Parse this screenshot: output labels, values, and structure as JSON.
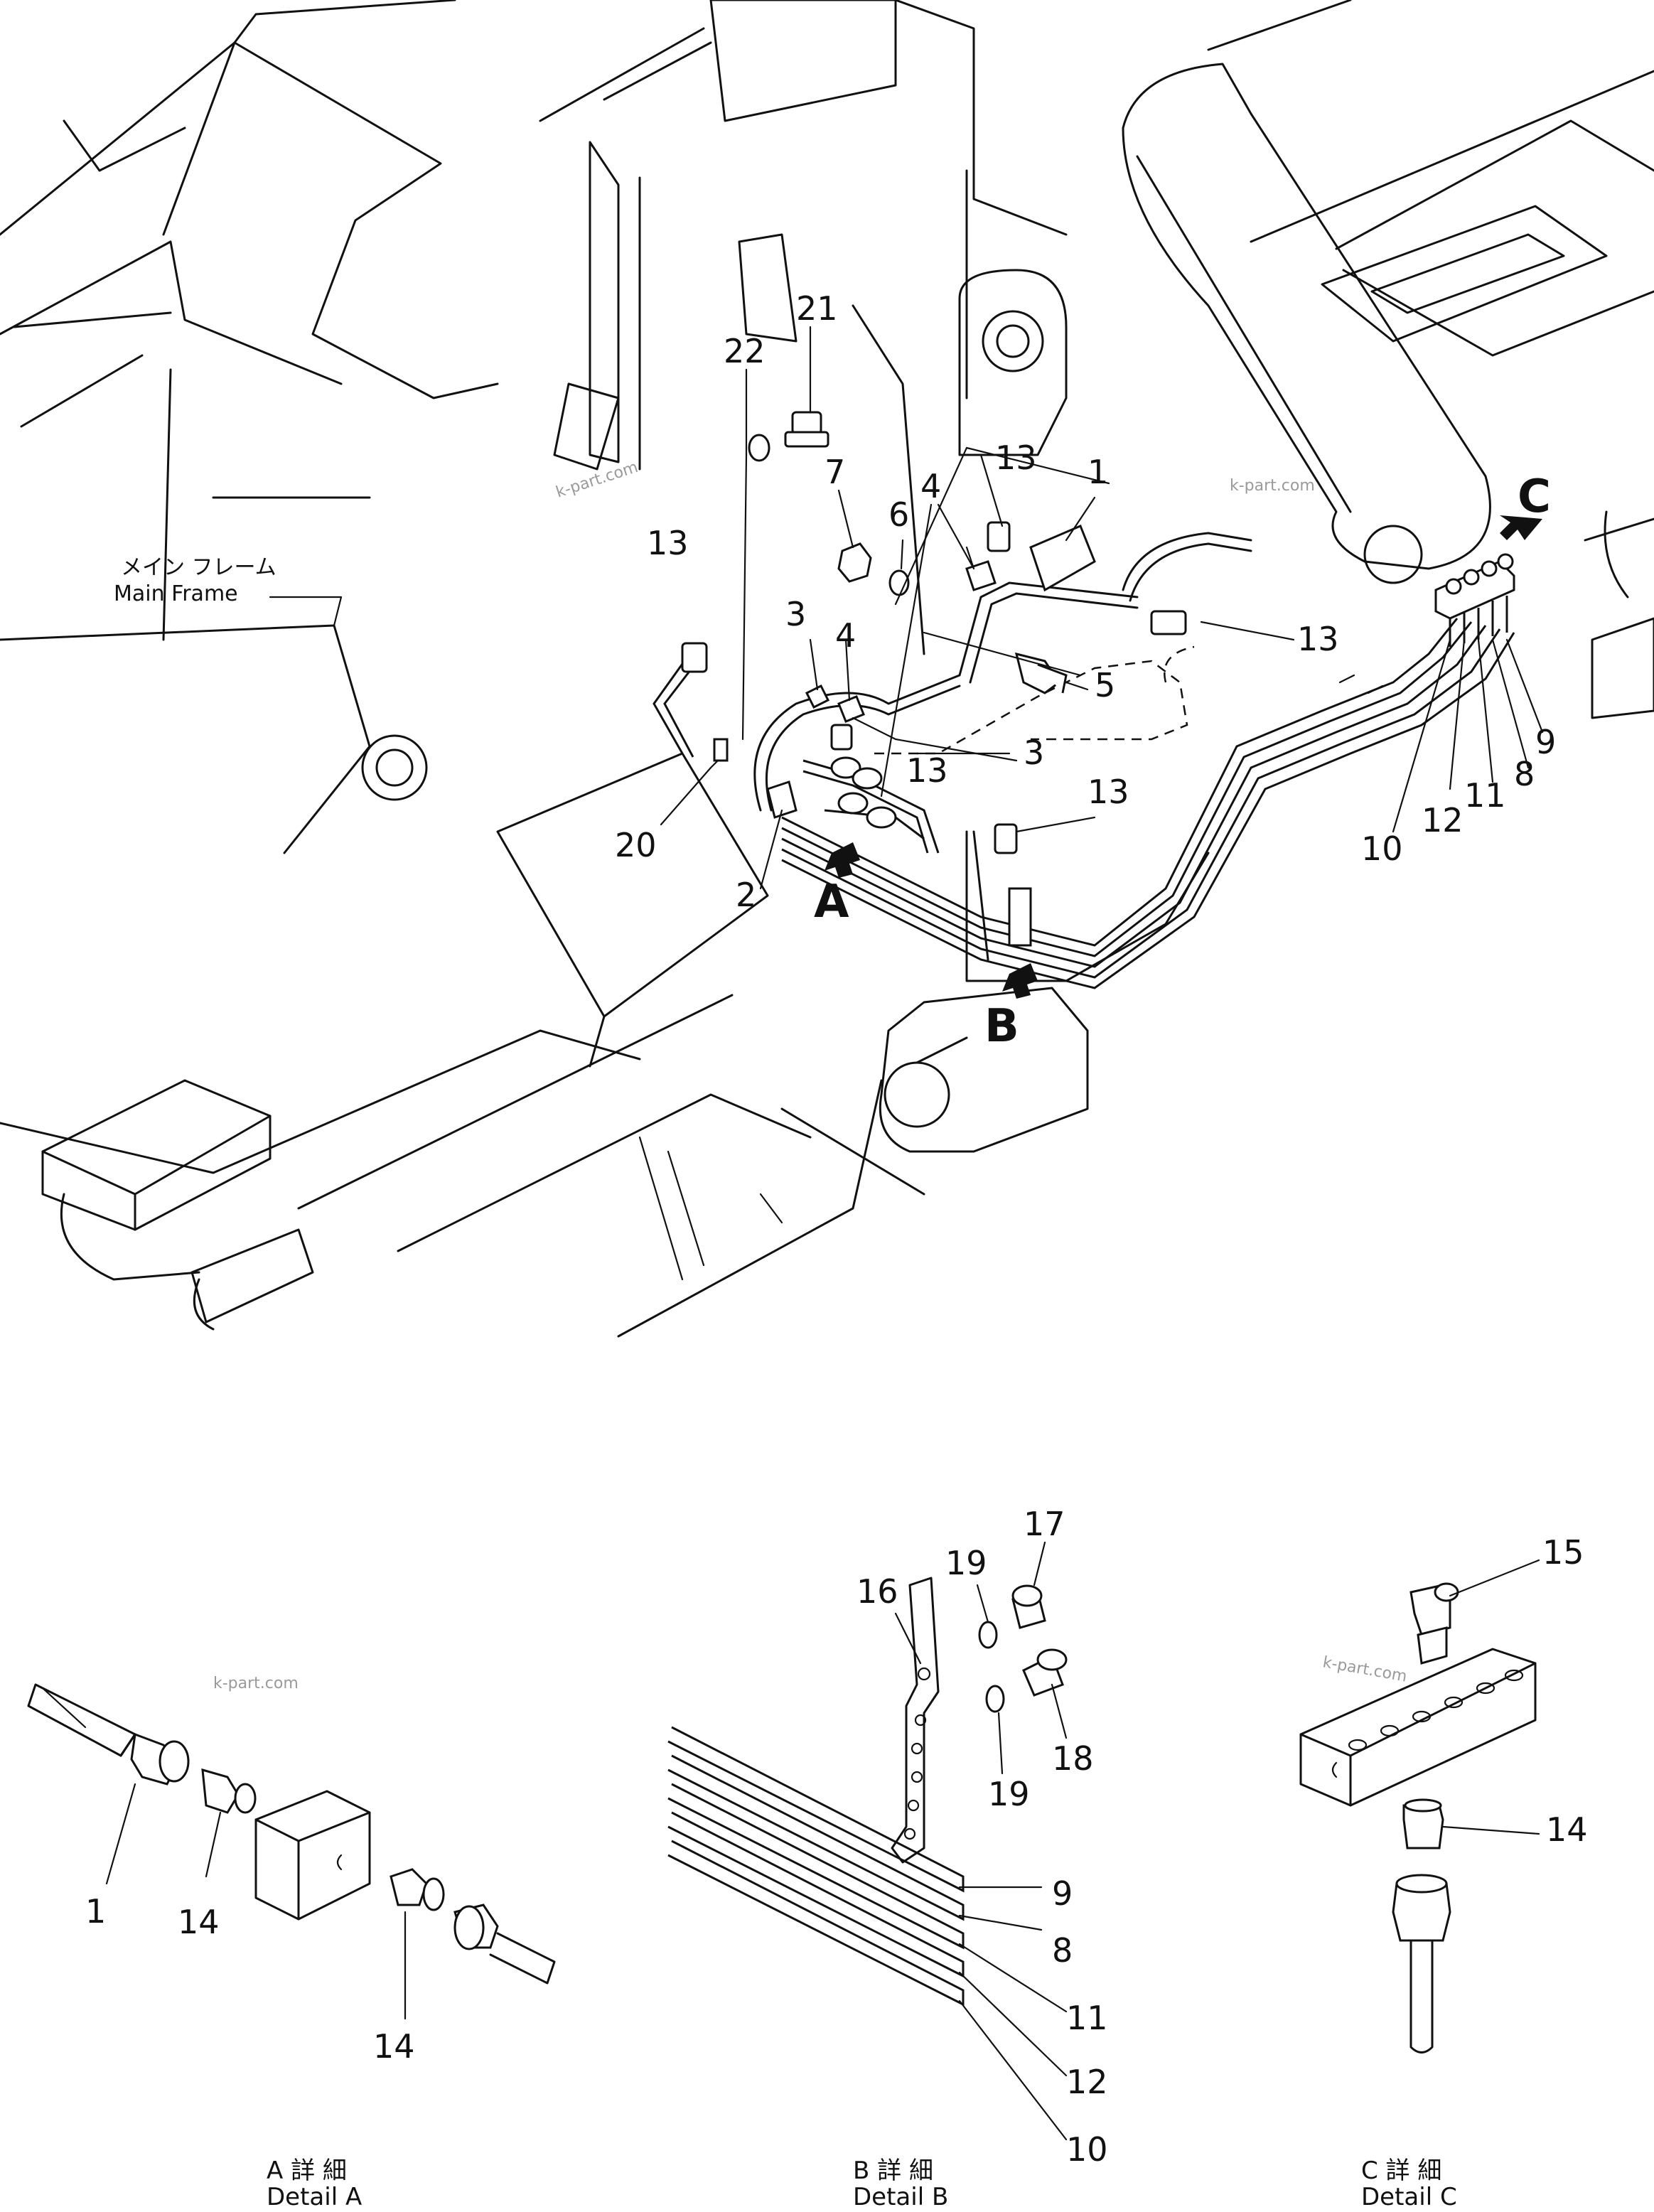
{
  "callouts": {
    "c22": "22",
    "c21": "21",
    "c7": "7",
    "c6": "6",
    "c4a": "4",
    "c13a": "13",
    "c1": "1",
    "c13b": "13",
    "c3a": "3",
    "c4b": "4",
    "c13c": "13",
    "c5": "5",
    "c3b": "3",
    "c13d": "13",
    "c20": "20",
    "c2": "2",
    "c13e": "13",
    "c9": "9",
    "c8": "8",
    "c11": "11",
    "c12": "12",
    "c10": "10",
    "dA1": "1",
    "dA14a": "14",
    "dA14b": "14",
    "dB16": "16",
    "dB19a": "19",
    "dB17": "17",
    "dB18": "18",
    "dB19b": "19",
    "dB9": "9",
    "dB8": "8",
    "dB11": "11",
    "dB12": "12",
    "dB10": "10",
    "dC15": "15",
    "dC14": "14"
  },
  "view_letters": {
    "A": "A",
    "B": "B",
    "C": "C"
  },
  "main_frame": {
    "jp": "メイン フレーム",
    "en": "Main Frame"
  },
  "details": [
    {
      "jp": "A 詳 細",
      "en": "Detail A"
    },
    {
      "jp": "B 詳 細",
      "en": "Detail B"
    },
    {
      "jp": "C 詳 細",
      "en": "Detail C"
    }
  ],
  "watermark": "k-part.com"
}
